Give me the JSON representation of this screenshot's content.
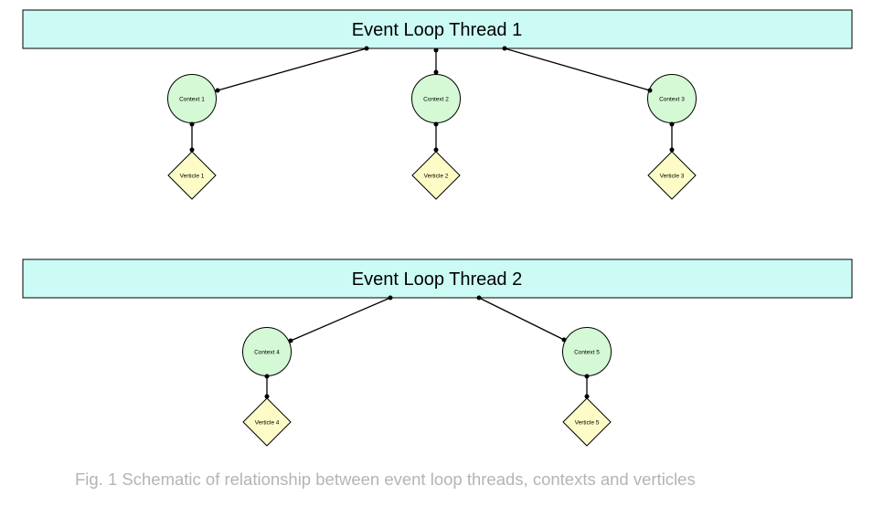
{
  "colors": {
    "thread_fill": "#ccfbf6",
    "context_fill": "#d4f9d4",
    "verticle_fill": "#fefcc6",
    "stroke": "#000000",
    "caption": "#b4b4b4"
  },
  "threads": [
    {
      "label": "Event Loop Thread 1",
      "contexts": [
        {
          "label": "Context 1",
          "verticle": "Verticle 1"
        },
        {
          "label": "Context 2",
          "verticle": "Verticle 2"
        },
        {
          "label": "Context 3",
          "verticle": "Verticle 3"
        }
      ]
    },
    {
      "label": "Event Loop Thread 2",
      "contexts": [
        {
          "label": "Context 4",
          "verticle": "Verticle 4"
        },
        {
          "label": "Context 5",
          "verticle": "Verticle 5"
        }
      ]
    }
  ],
  "caption": "Fig. 1 Schematic of relationship between event loop threads, contexts and verticles"
}
